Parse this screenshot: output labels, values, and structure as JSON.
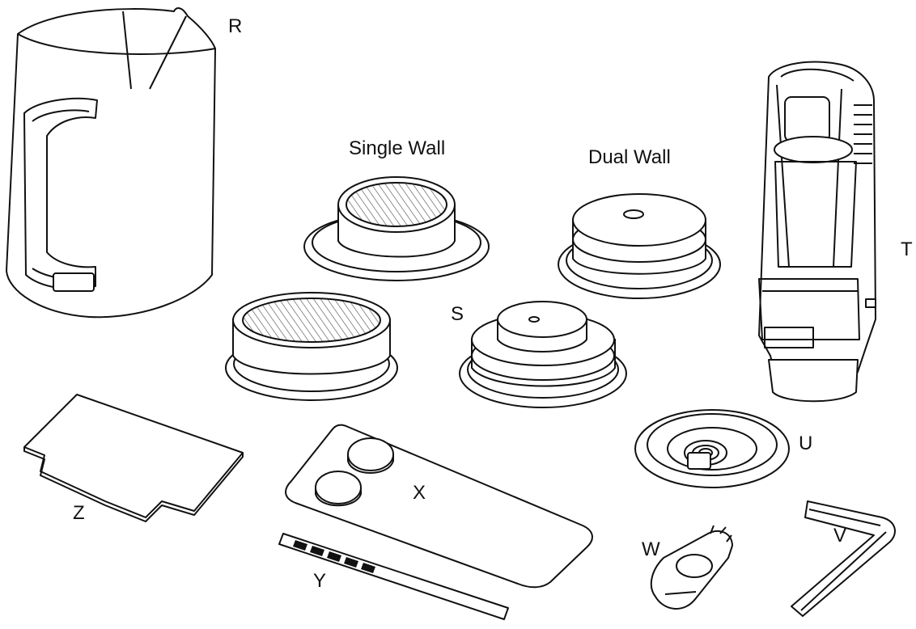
{
  "labels": {
    "R": "R",
    "T": "T",
    "S": "S",
    "U": "U",
    "V": "V",
    "W": "W",
    "X": "X",
    "Y": "Y",
    "Z": "Z",
    "single_wall": "Single Wall",
    "dual_wall": "Dual Wall"
  },
  "colors": {
    "ink": "#111111",
    "fill": "#ffffff",
    "mesh": "#bdbdbd"
  }
}
